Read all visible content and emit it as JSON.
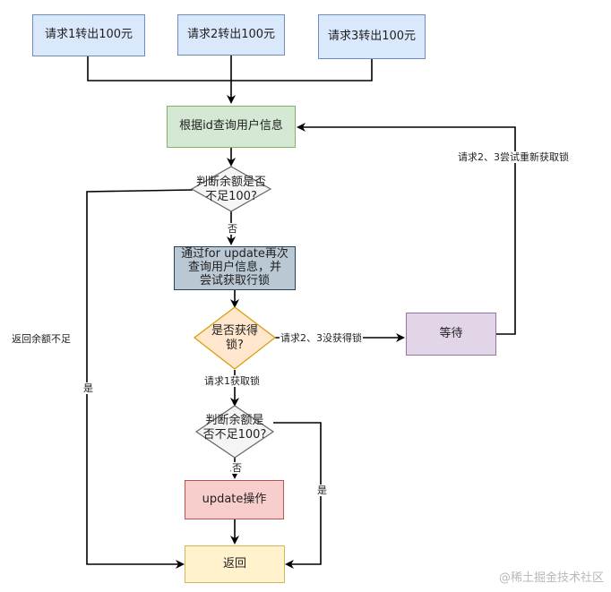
{
  "nodes": {
    "request1": "请求1转出100元",
    "request2": "请求2转出100元",
    "request3": "请求3转出100元",
    "query_user": "根据id查询用户信息",
    "check_balance_1": "判断余额是否\n不足100?",
    "for_update": "通过for update再次\n查询用户信息，并\n尝试获取行锁",
    "got_lock": "是否获得\n锁?",
    "wait": "等待",
    "check_balance_2": "判断余额是\n否不足100?",
    "update_op": "update操作",
    "return": "返回"
  },
  "edge_labels": {
    "no_1": "否",
    "yes_1": "是",
    "insufficient": "返回余额不足",
    "req23_no_lock": "请求2、3没获得锁",
    "req1_lock": "请求1获取锁",
    "retry": "请求2、3尝试重新获取锁",
    "no_2": "否",
    "yes_2": "是"
  },
  "watermark": "@稀土掘金技术社区"
}
